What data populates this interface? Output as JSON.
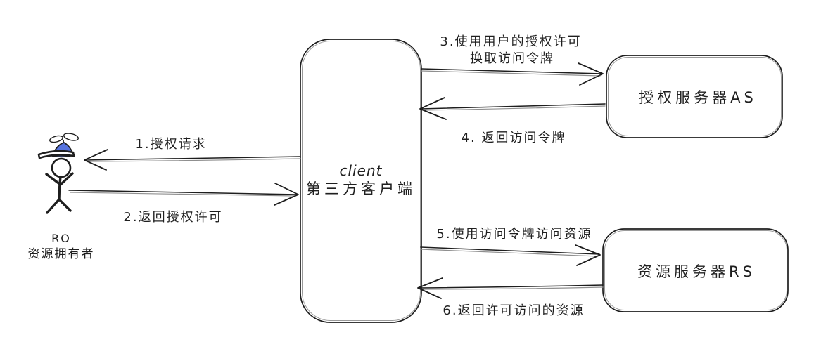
{
  "diagram_type": "oauth2-flow-sketch",
  "colors": {
    "ink": "#1e1e1e",
    "ghost_stroke": "#8f8f8f",
    "hat_blue": "#5673de",
    "background": "#ffffff"
  },
  "resource_owner": {
    "abbr": "RO",
    "name": "资源拥有者"
  },
  "client": {
    "line1": "client",
    "line2": "第三方客户端"
  },
  "auth_server": {
    "label": "授权服务器AS"
  },
  "resource_server": {
    "label": "资源服务器RS"
  },
  "arrows": [
    {
      "num": 1,
      "label": "1.授权请求",
      "from": "client",
      "to": "resource_owner"
    },
    {
      "num": 2,
      "label": "2.返回授权许可",
      "from": "resource_owner",
      "to": "client"
    },
    {
      "num": 3,
      "label": "3.使用用户的授权许可",
      "label2": "换取访问令牌",
      "from": "client",
      "to": "auth_server"
    },
    {
      "num": 4,
      "label": "4. 返回访问令牌",
      "from": "auth_server",
      "to": "client"
    },
    {
      "num": 5,
      "label": "5.使用访问令牌访问资源",
      "from": "client",
      "to": "resource_server"
    },
    {
      "num": 6,
      "label": "6.返回许可访问的资源",
      "from": "resource_server",
      "to": "client"
    }
  ]
}
